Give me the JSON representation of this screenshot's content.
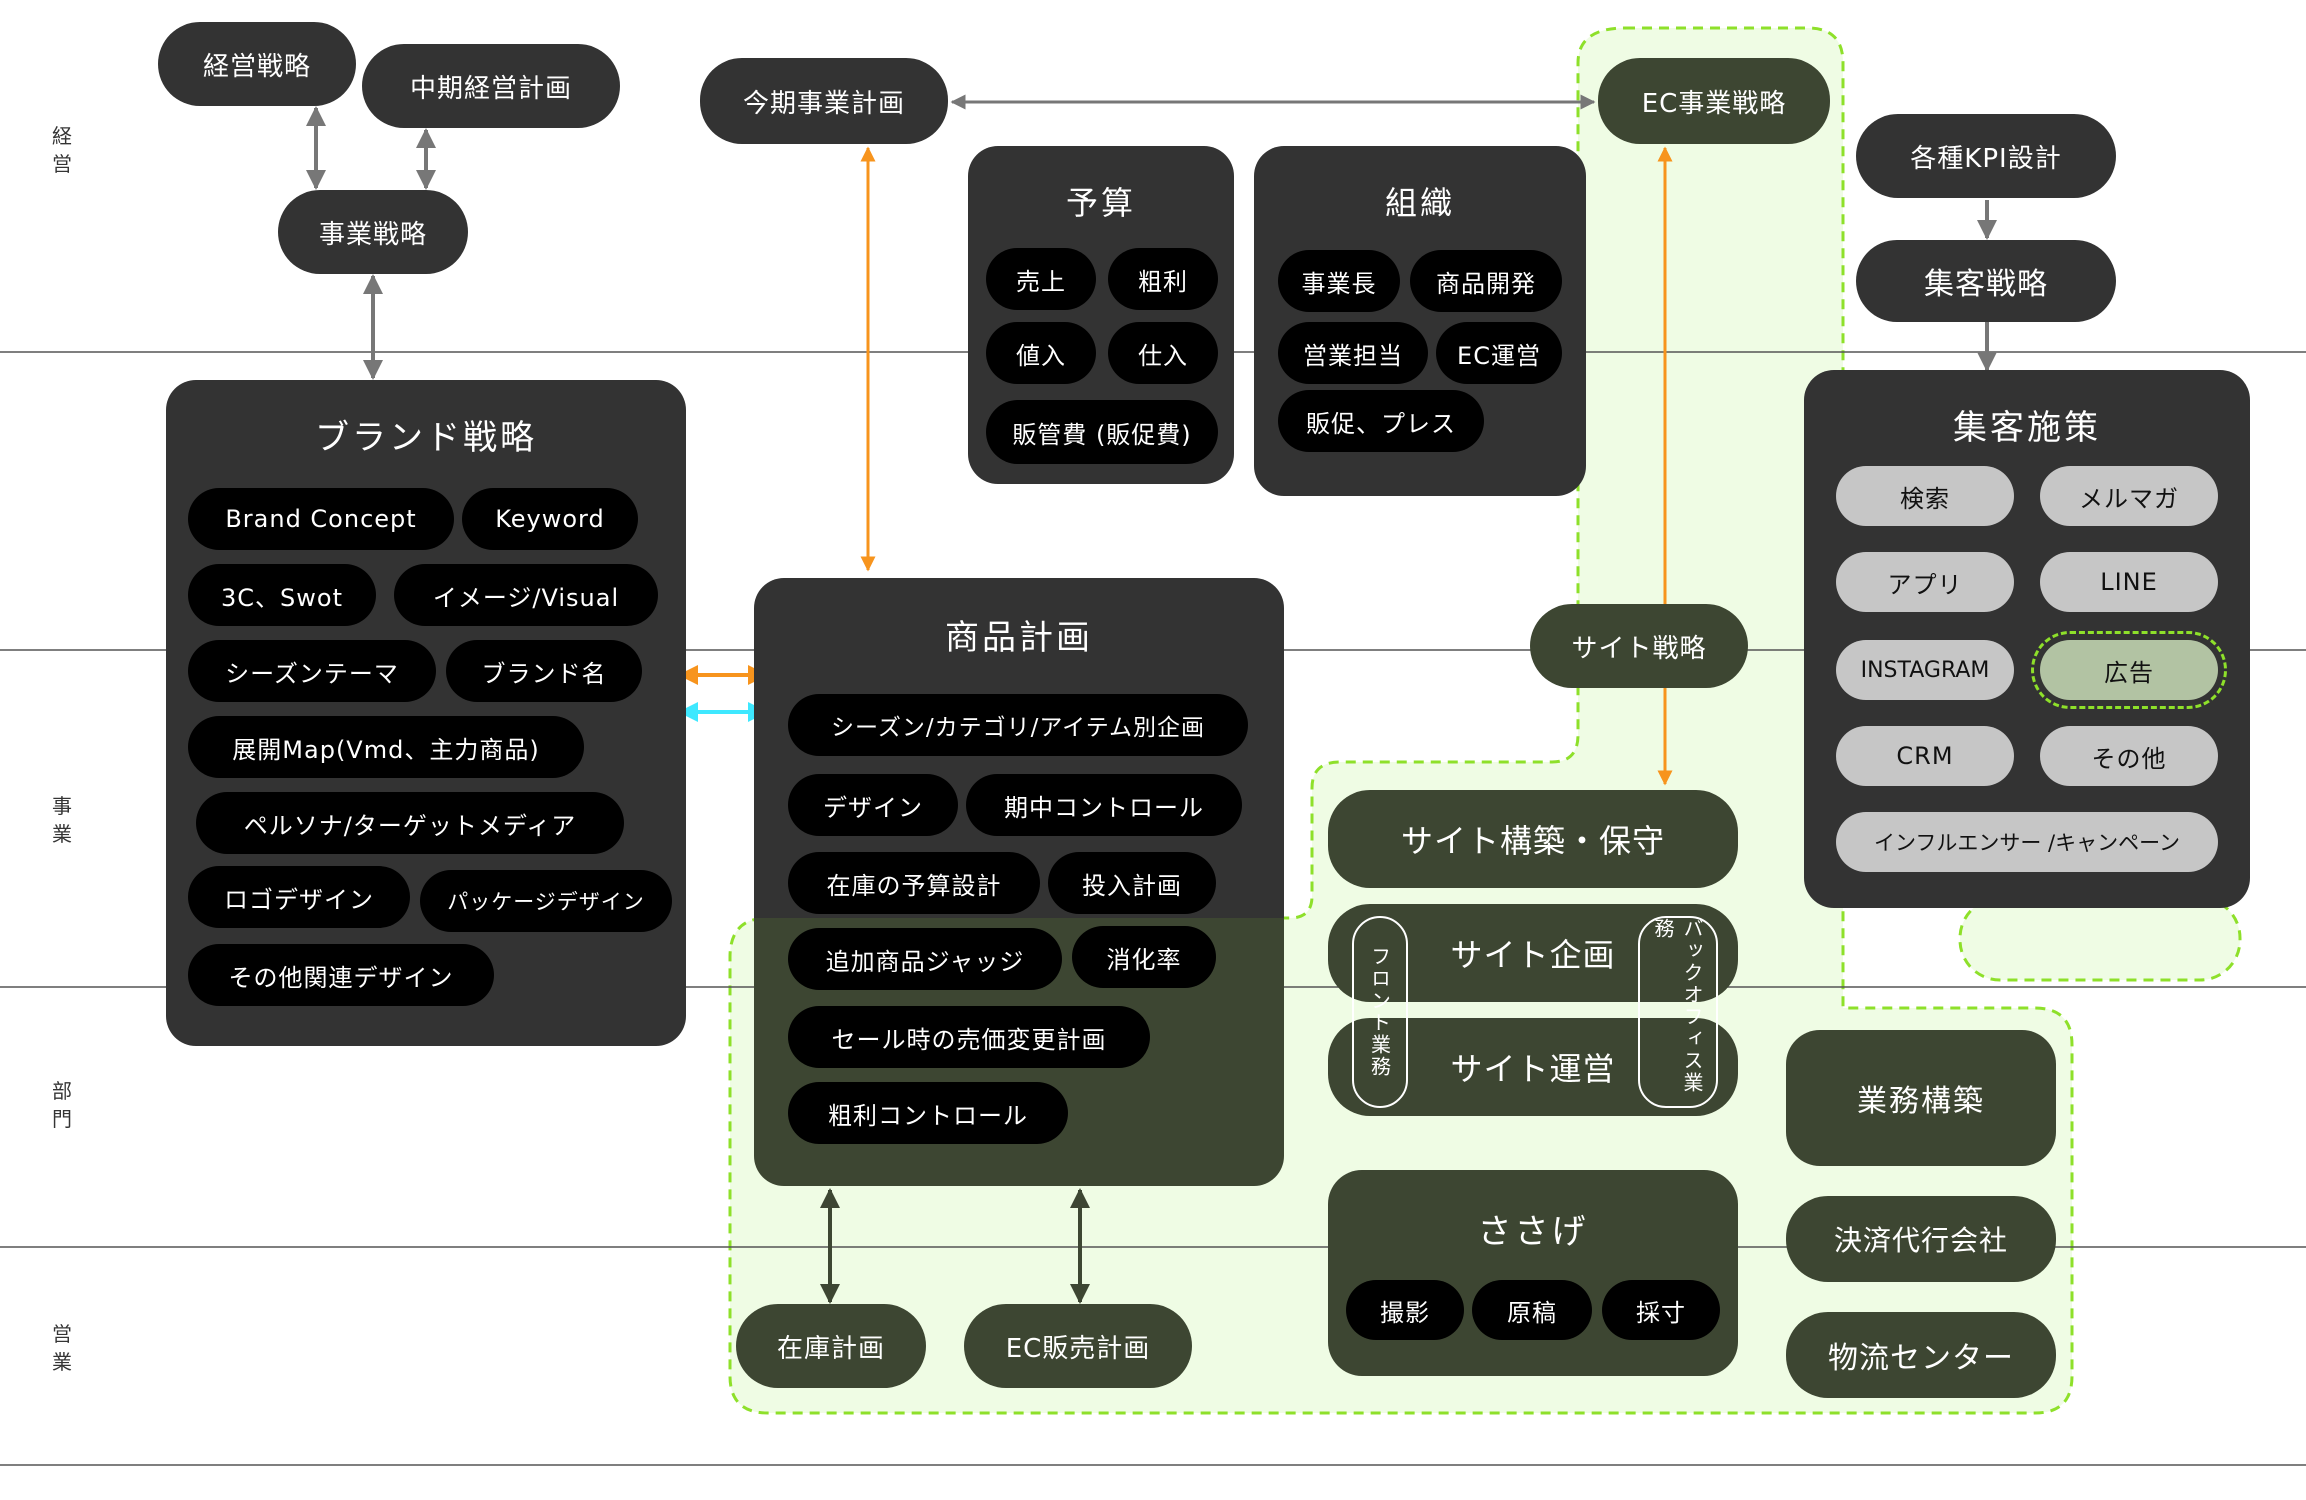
{
  "colors": {
    "dark_node": "#333333",
    "green_node": "#3d4632",
    "chip": "#000000",
    "gray_chip": "#c6c6c6",
    "highlight_chip": "#b2c3a3",
    "dashed_area": "#8ee02a",
    "area_fill": "#effce4",
    "arrow_gray": "#777777",
    "arrow_orange": "#f7941d",
    "arrow_cyan": "#3ee8ff",
    "arrow_dark": "#3d4632"
  },
  "nodes": {
    "keiei_senryaku": "経営戦略",
    "chuki_keiei_keikaku": "中期経営計画",
    "jigyo_senryaku": "事業戦略",
    "konki_jigyo_keikaku": "今期事業計画",
    "ec_jigyo_senryaku": "EC事業戦略",
    "kpi_sekkei": "各種KPI設計",
    "shukyaku_senryaku": "集客戦略",
    "site_senryaku": "サイト戦略",
    "zaiko_keikaku": "在庫計画",
    "ec_hanbai_keikaku": "EC販売計画",
    "gyomu_kochiku": "業務構築",
    "kessai_daiko": "決済代行会社",
    "butsuryu_center": "物流センター"
  },
  "yosan": {
    "title": "予算",
    "items": [
      "売上",
      "粗利",
      "値入",
      "仕入",
      "販管費 (販促費)"
    ]
  },
  "soshiki": {
    "title": "組織",
    "items": [
      "事業長",
      "商品開発",
      "営業担当",
      "EC運営",
      "販促、プレス"
    ]
  },
  "brand": {
    "title": "ブランド戦略",
    "items": [
      "Brand Concept",
      "Keyword",
      "3C、Swot",
      "イメージ/Visual",
      "シーズンテーマ",
      "ブランド名",
      "展開Map(Vmd、主力商品)",
      "ペルソナ/ターゲットメディア",
      "ロゴデザイン",
      "パッケージデザイン",
      "その他関連デザイン"
    ]
  },
  "shohin": {
    "title": "商品計画",
    "items": [
      "シーズン/カテゴリ/アイテム別企画",
      "デザイン",
      "期中コントロール",
      "在庫の予算設計",
      "投入計画",
      "追加商品ジャッジ",
      "消化率",
      "セール時の売価変更計画",
      "粗利コントロール"
    ]
  },
  "shukyaku_shisaku": {
    "title": "集客施策",
    "items": [
      "検索",
      "メルマガ",
      "アプリ",
      "LINE",
      "INSTAGRAM",
      "広告",
      "CRM",
      "その他",
      "インフルエンサー /キャンペーン"
    ]
  },
  "site": {
    "kochiku": "サイト構築・保守",
    "kikaku": "サイト企画",
    "unei": "サイト運営",
    "front": "フロント業務",
    "back": "バックオフィス業務"
  },
  "sasage": {
    "title": "ささげ",
    "items": [
      "撮影",
      "原稿",
      "採寸"
    ]
  },
  "side_letters": [
    "経",
    "営",
    "事",
    "業",
    "部",
    "門",
    "営",
    "業"
  ]
}
